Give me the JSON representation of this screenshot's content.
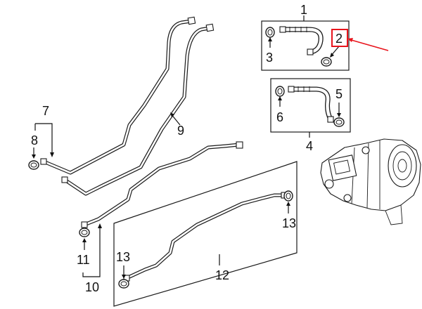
{
  "diagram": {
    "callouts": [
      {
        "id": "1",
        "label": "1"
      },
      {
        "id": "2",
        "label": "2"
      },
      {
        "id": "3",
        "label": "3"
      },
      {
        "id": "4",
        "label": "4"
      },
      {
        "id": "5",
        "label": "5"
      },
      {
        "id": "6",
        "label": "6"
      },
      {
        "id": "7",
        "label": "7"
      },
      {
        "id": "8",
        "label": "8"
      },
      {
        "id": "9",
        "label": "9"
      },
      {
        "id": "10",
        "label": "10"
      },
      {
        "id": "11",
        "label": "11"
      },
      {
        "id": "12",
        "label": "12"
      },
      {
        "id": "13a",
        "label": "13"
      },
      {
        "id": "13b",
        "label": "13"
      }
    ],
    "colors": {
      "line": "#1a1a1a",
      "highlight": "#e8141c",
      "background": "#ffffff"
    }
  }
}
